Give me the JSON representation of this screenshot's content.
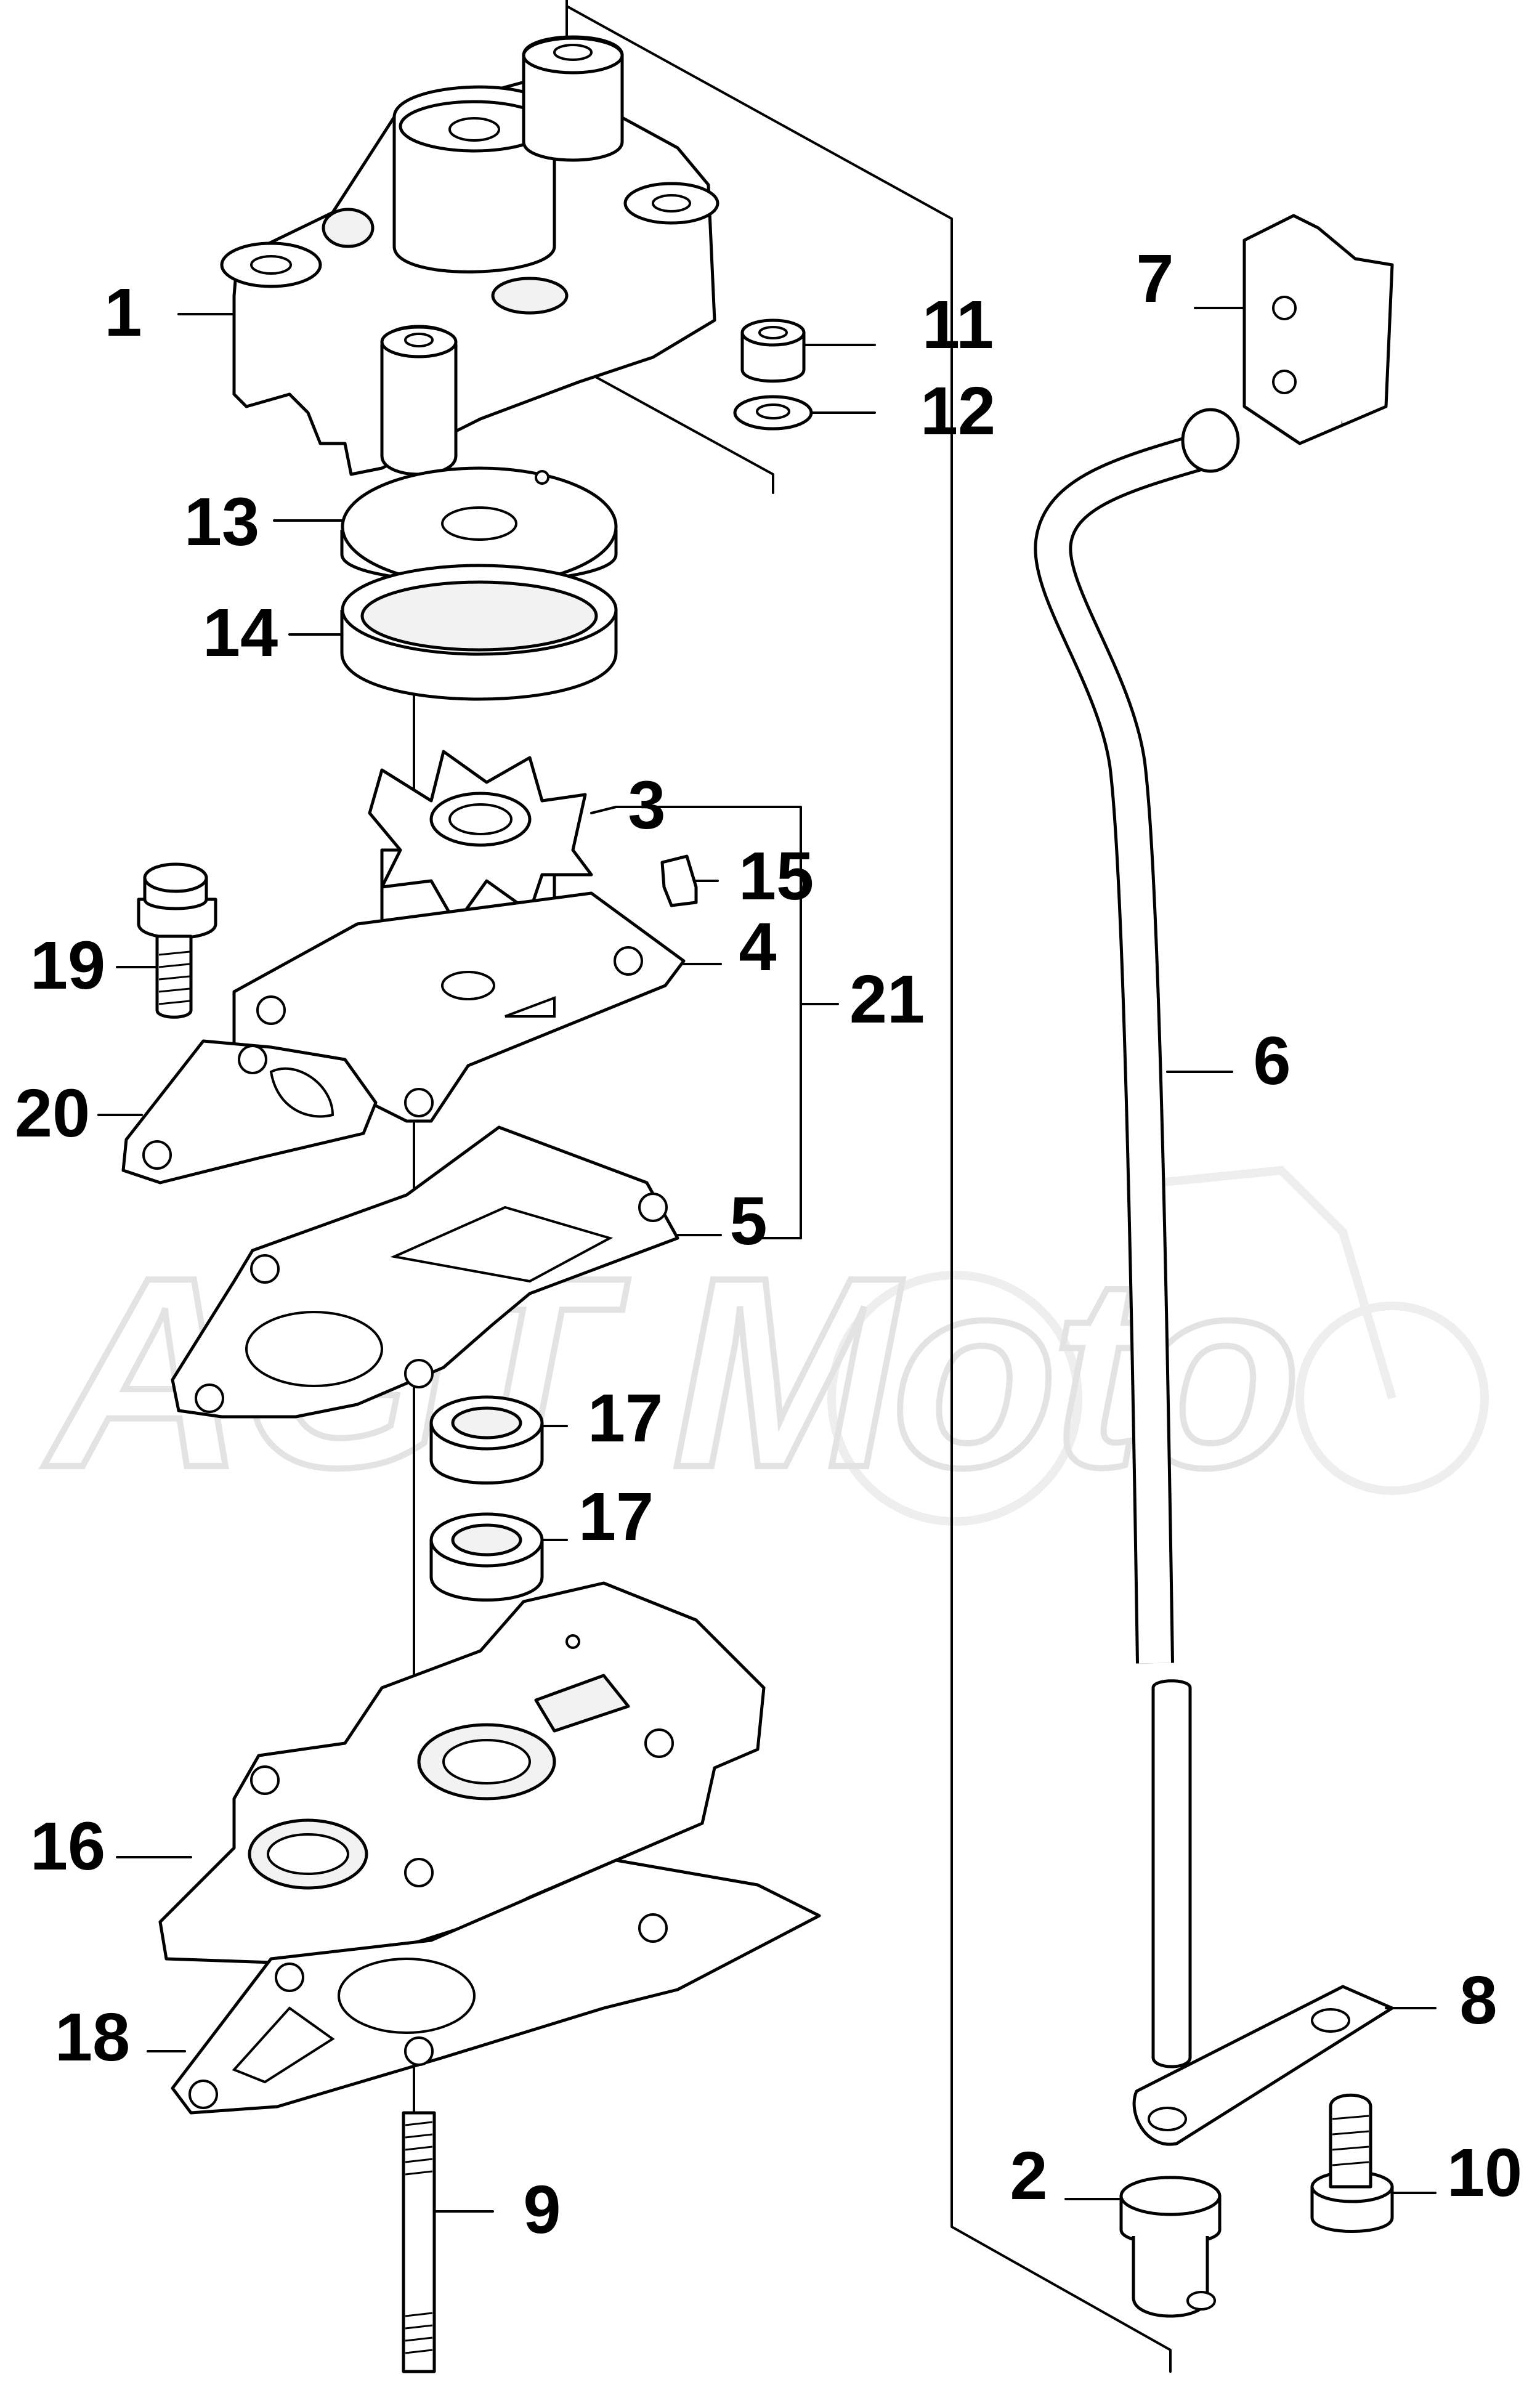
{
  "watermark": {
    "text": "AGT Moto"
  },
  "callouts": {
    "c1": "1",
    "c2": "2",
    "c3": "3",
    "c4": "4",
    "c5": "5",
    "c6": "6",
    "c7": "7",
    "c8": "8",
    "c9": "9",
    "c10": "10",
    "c11": "11",
    "c12": "12",
    "c13": "13",
    "c14": "14",
    "c15": "15",
    "c16": "16",
    "c17a": "17",
    "c17b": "17",
    "c18": "18",
    "c19": "19",
    "c20": "20",
    "c21": "21"
  }
}
